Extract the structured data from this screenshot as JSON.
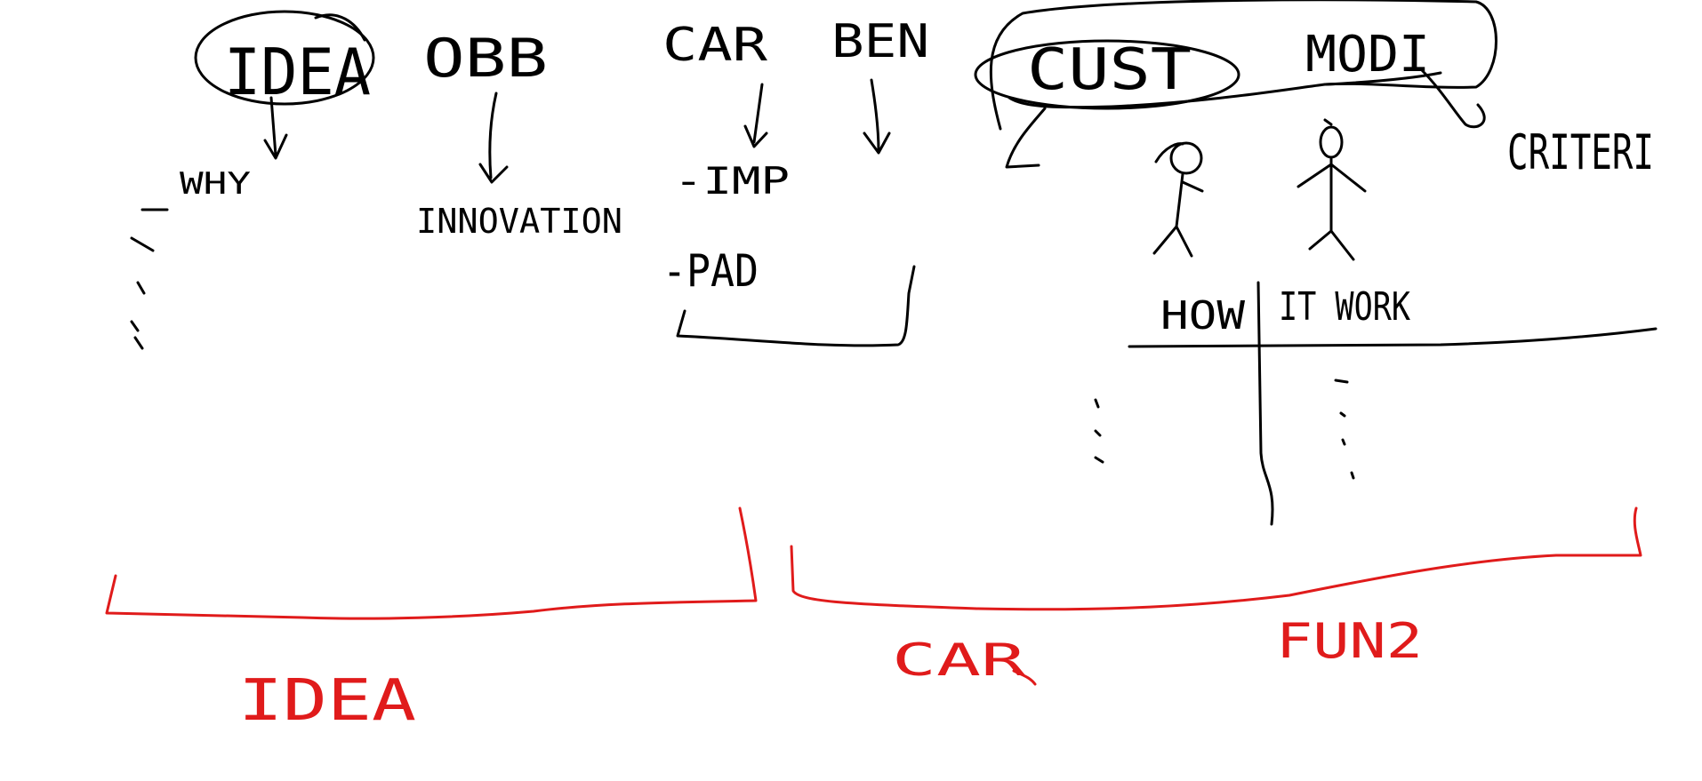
{
  "colors": {
    "ink_black": "#000000",
    "ink_red": "#e01b1b",
    "background": "#ffffff"
  },
  "headings": {
    "idea": "IDEA",
    "obb": "OBB",
    "car": "CAR",
    "ben": "BEN",
    "cust": "CUST",
    "modi": "MODI",
    "criteri": "CRITERI"
  },
  "notes": {
    "why": "WHY",
    "innovation": "INNOVATION",
    "imp": "-IMP",
    "pad": "-PAD"
  },
  "table": {
    "col_how": "HOW",
    "col_it_work": "IT WORK"
  },
  "sections": {
    "idea": "IDEA",
    "car": "CAR",
    "fun2": "FUN2"
  }
}
